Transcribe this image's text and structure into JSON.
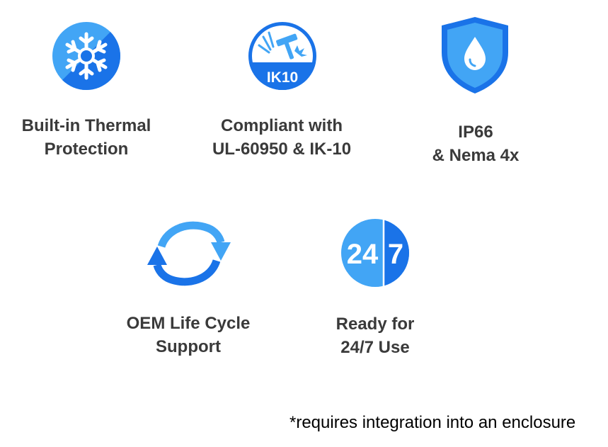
{
  "features": [
    {
      "icon": "thermal-snowflake-icon",
      "line1": "Built-in Thermal",
      "line2": "Protection"
    },
    {
      "icon": "ik10-impact-icon",
      "badge": "IK10",
      "line1": "Compliant with",
      "line2": "UL-60950 & IK-10"
    },
    {
      "icon": "water-drop-shield-icon",
      "line1": "IP66",
      "line2": "& Nema 4x"
    },
    {
      "icon": "life-cycle-arrows-icon",
      "line1": "OEM Life Cycle",
      "line2": "Support"
    },
    {
      "icon": "clock-247-icon",
      "badge_left": "24",
      "badge_right": "7",
      "line1": "Ready for",
      "line2": "24/7 Use"
    }
  ],
  "footnote": "*requires integration into an enclosure",
  "colors": {
    "primary_blue": "#1a73e8",
    "light_blue": "#42a5f5",
    "text": "#3a3a3a"
  }
}
